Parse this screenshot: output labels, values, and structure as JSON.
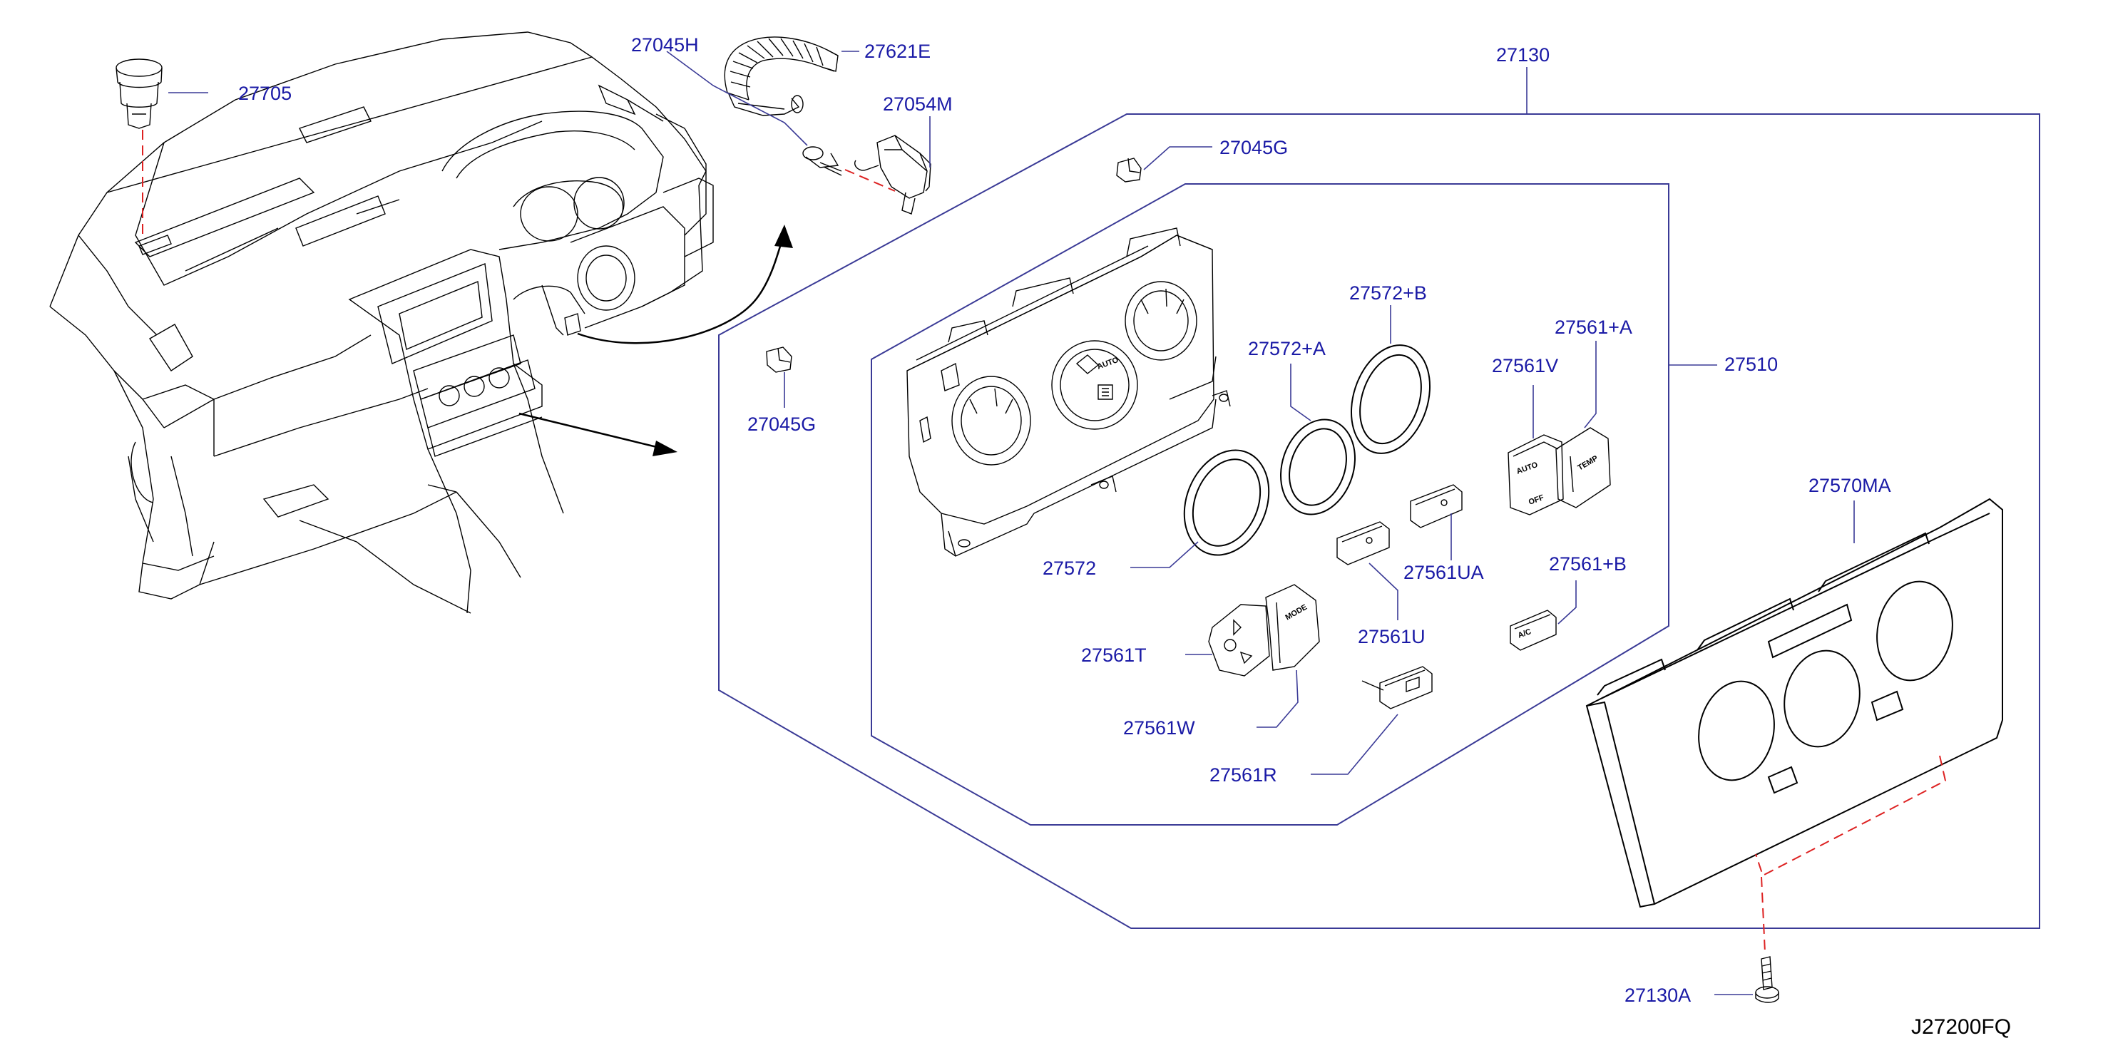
{
  "diagram_code": "J27200FQ",
  "labels": {
    "p27705": "27705",
    "p27045H": "27045H",
    "p27621E": "27621E",
    "p27054M": "27054M",
    "p27130": "27130",
    "p27045G_top": "27045G",
    "p27045G_left": "27045G",
    "p27572B": "27572+B",
    "p27572A": "27572+A",
    "p27561A": "27561+A",
    "p27561V": "27561V",
    "p27510": "27510",
    "p27570MA": "27570MA",
    "p27572": "27572",
    "p27561UA": "27561UA",
    "p27561B": "27561+B",
    "p27561U": "27561U",
    "p27561T": "27561T",
    "p27561W": "27561W",
    "p27561R": "27561R",
    "p27130A": "27130A"
  },
  "button_text": {
    "auto": "AUTO",
    "off": "OFF",
    "temp": "TEMP",
    "mode": "MODE",
    "ac": "A/C"
  },
  "colors": {
    "label": "#1a1aa6",
    "leader": "#3a3a96",
    "assembly_line": "#d22222",
    "drawing": "#000000"
  }
}
